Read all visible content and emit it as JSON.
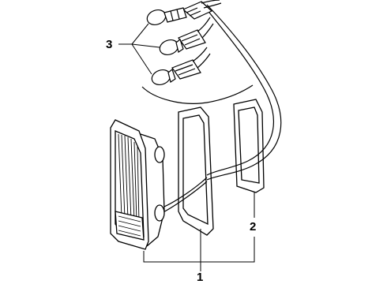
{
  "diagram": {
    "callouts": {
      "lamp_assembly": "1",
      "gasket": "2",
      "bulbs_and_sockets": "3"
    },
    "colors": {
      "line": "#000000",
      "background": "#ffffff"
    }
  }
}
